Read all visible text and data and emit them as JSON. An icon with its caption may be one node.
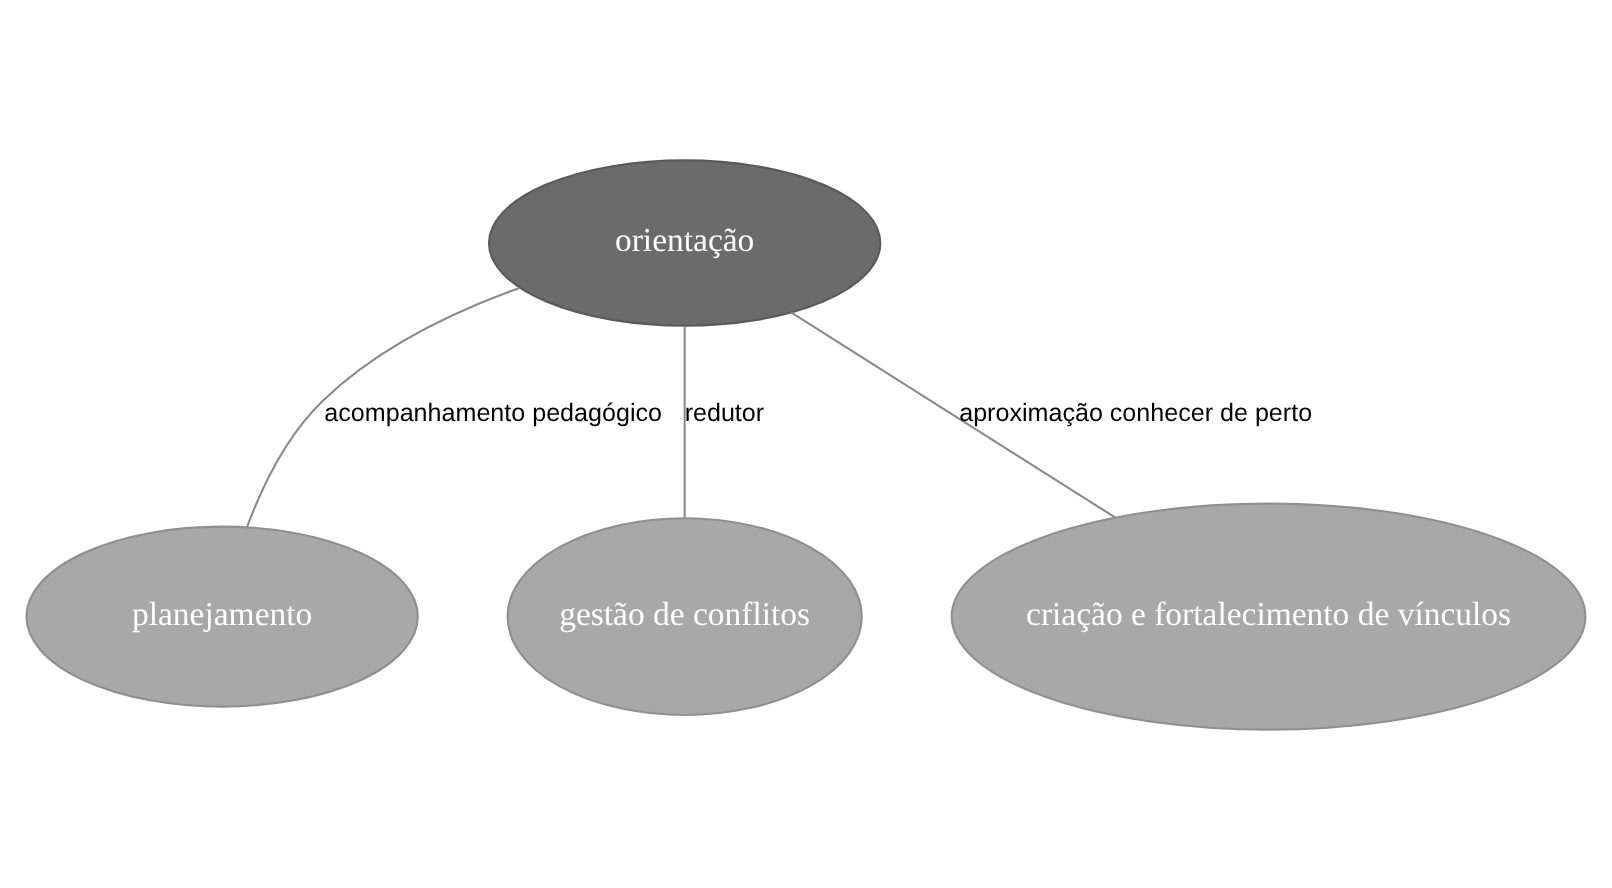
{
  "diagram": {
    "nodes": [
      {
        "text": [
          "orientação"
        ]
      },
      {
        "text": [
          "planejamento"
        ]
      },
      {
        "text": [
          "gestão de conflitos"
        ]
      },
      {
        "text": [
          "criação e fortalecimento de vínculos"
        ]
      }
    ],
    "edges": [
      {
        "from": 0,
        "to": 1,
        "arrow": "none",
        "label": "acompanhamento pedagógico"
      },
      {
        "from": 0,
        "to": 2,
        "arrow": "none",
        "label": "redutor"
      },
      {
        "from": 0,
        "to": 3,
        "arrow": "none",
        "label": "aproximação conhecer de perto"
      }
    ]
  }
}
